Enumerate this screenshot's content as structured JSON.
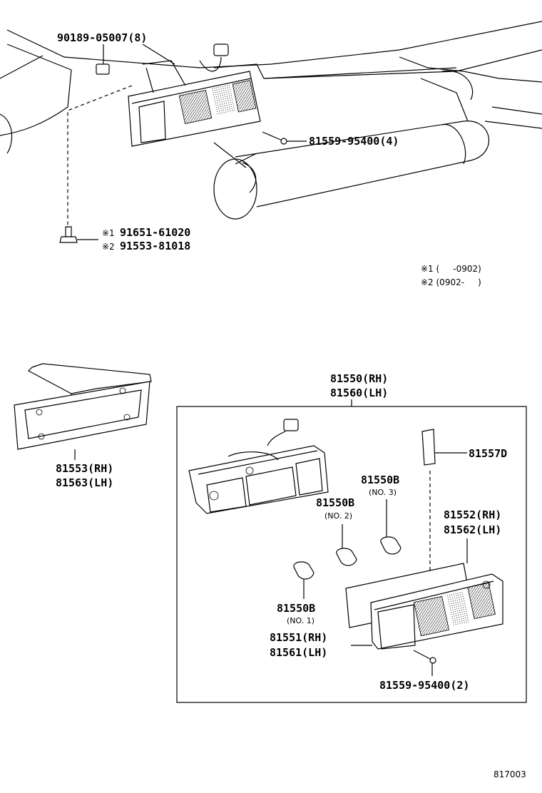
{
  "callouts": {
    "clip_top": "90189-05007(8)",
    "screw_top": "81559-95400(4)",
    "bolt_a": "91651-61020",
    "bolt_b": "91553-81018",
    "bolt_a_mark": "※1",
    "bolt_b_mark": "※2",
    "bracket_rh": "81553(RH)",
    "bracket_lh": "81563(LH)",
    "lamp_rh": "81550(RH)",
    "lamp_lh": "81560(LH)",
    "gasket_small": "81557D",
    "bulb_no3": "81550B",
    "bulb_no3_sub": "(NO. 3)",
    "bulb_no2": "81550B",
    "bulb_no2_sub": "(NO. 2)",
    "bulb_no1": "81550B",
    "bulb_no1_sub": "(NO. 1)",
    "gasket_rh": "81552(RH)",
    "gasket_lh": "81562(LH)",
    "lens_rh": "81551(RH)",
    "lens_lh": "81561(LH)",
    "screw_bottom": "81559-95400(2)"
  },
  "notes": {
    "line1": "※1 (     -0902)",
    "line2": "※2 (0902-     )"
  },
  "figure_id": "817003"
}
